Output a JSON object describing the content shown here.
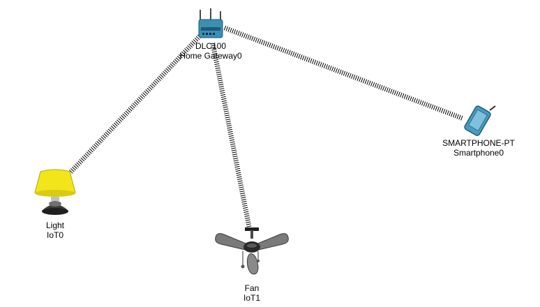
{
  "workspace": {
    "background": "#ffffff",
    "link_type": "wireless",
    "link_color": "#000000"
  },
  "devices": {
    "gateway": {
      "model": "DLC100",
      "name": "Home Gateway0",
      "icon": "home-gateway-icon",
      "color": "#3b8fb3"
    },
    "smartphone": {
      "model": "SMARTPHONE-PT",
      "name": "Smartphone0",
      "icon": "smartphone-icon",
      "color": "#4a9bc0"
    },
    "light": {
      "model": "Light",
      "name": "IoT0",
      "icon": "lamp-icon",
      "color": "#f2e51a"
    },
    "fan": {
      "model": "Fan",
      "name": "IoT1",
      "icon": "ceiling-fan-icon",
      "color": "#8c8c8c"
    }
  },
  "links": [
    {
      "from": "gateway",
      "to": "light"
    },
    {
      "from": "gateway",
      "to": "fan"
    },
    {
      "from": "gateway",
      "to": "smartphone"
    }
  ]
}
